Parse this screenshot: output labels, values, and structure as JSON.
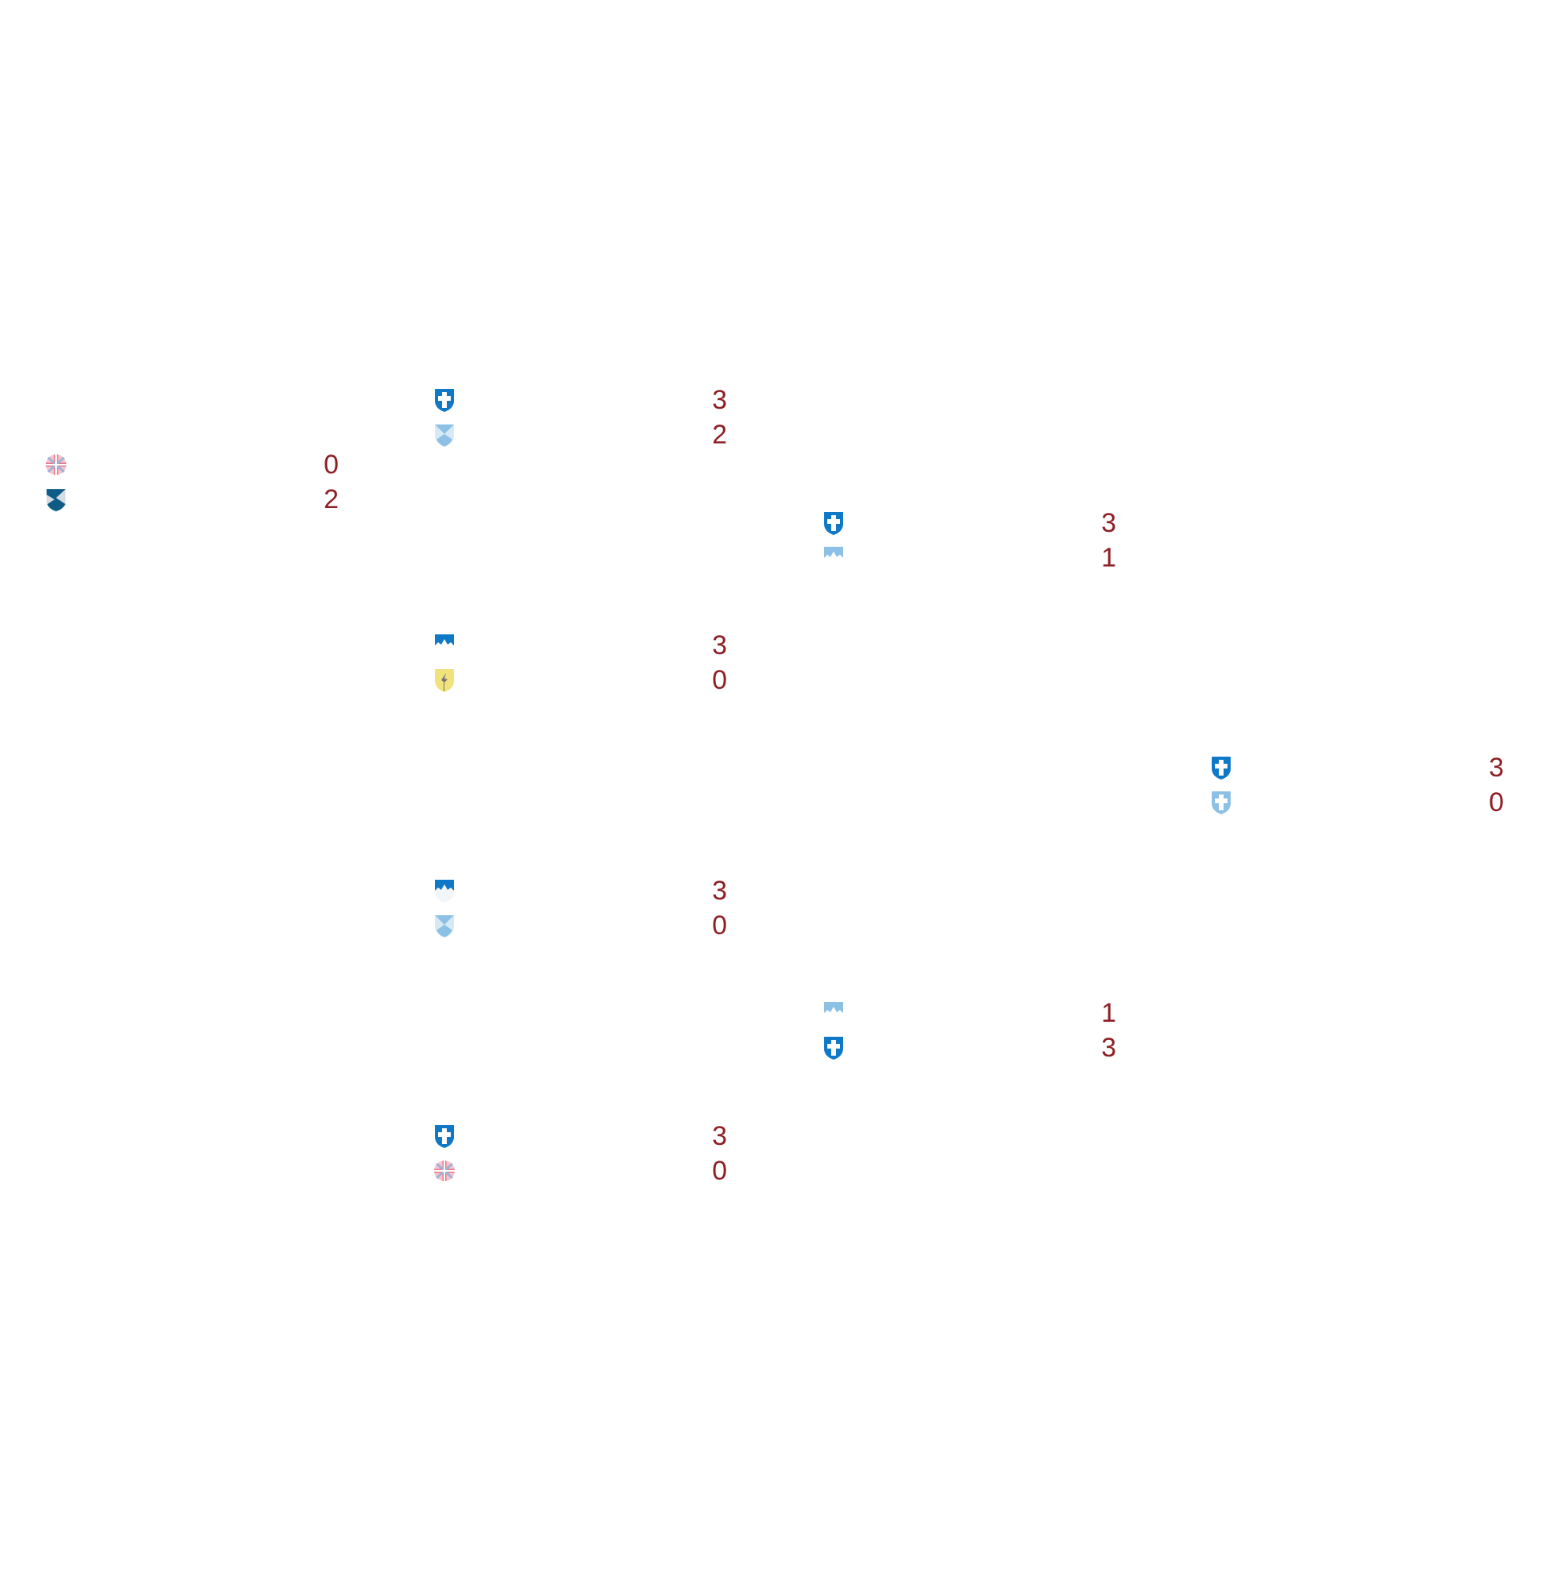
{
  "accent_color": "#8e1f23",
  "crest_colors": {
    "blue": "#0f79c8",
    "light_blue": "#8cc1e5",
    "teal": "#0f5d86",
    "yellow": "#f1e27b",
    "union_red": "#e7798b",
    "union_blue": "#9eb3d8"
  },
  "matches": [
    {
      "id": "round1-match1",
      "teams": [
        {
          "crest": "union-jack-crest-icon",
          "score": "0"
        },
        {
          "crest": "wave-shield-crest-icon",
          "score": "2"
        }
      ]
    },
    {
      "id": "round2-match1",
      "teams": [
        {
          "crest": "cross-shield-crest-icon",
          "score": "3"
        },
        {
          "crest": "chevron-shield-crest-icon",
          "score": "2"
        }
      ]
    },
    {
      "id": "round2-match2",
      "teams": [
        {
          "crest": "mountain-shield-crest-icon",
          "score": "3"
        },
        {
          "crest": "torch-shield-crest-icon",
          "score": "0"
        }
      ]
    },
    {
      "id": "round2-match3",
      "teams": [
        {
          "crest": "mountain-shield-crest-icon",
          "score": "3"
        },
        {
          "crest": "chevron-shield-crest-icon",
          "score": "0"
        }
      ]
    },
    {
      "id": "round2-match4",
      "teams": [
        {
          "crest": "cross-shield-crest-icon",
          "score": "3"
        },
        {
          "crest": "union-jack-crest-icon",
          "score": "0"
        }
      ]
    },
    {
      "id": "round3-match1",
      "teams": [
        {
          "crest": "cross-shield-crest-icon",
          "score": "3"
        },
        {
          "crest": "light-mountain-crest-icon",
          "score": "1"
        }
      ]
    },
    {
      "id": "round3-match2",
      "teams": [
        {
          "crest": "light-mountain-crest-icon",
          "score": "1"
        },
        {
          "crest": "cross-shield-crest-icon",
          "score": "3"
        }
      ]
    },
    {
      "id": "final",
      "teams": [
        {
          "crest": "cross-shield-crest-icon",
          "score": "3"
        },
        {
          "crest": "light-cross-shield-crest-icon",
          "score": "0"
        }
      ]
    }
  ]
}
